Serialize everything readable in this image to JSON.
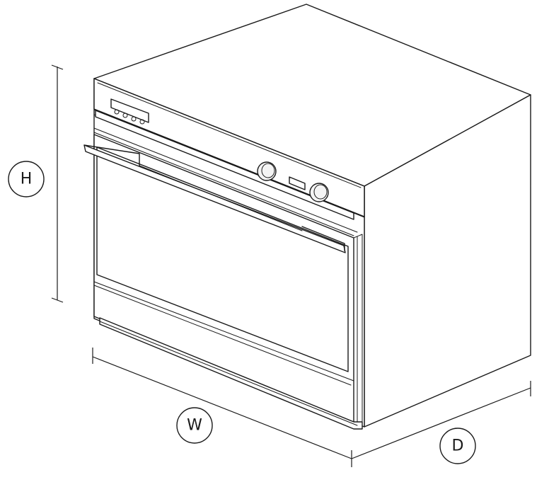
{
  "dimension_labels": {
    "height": "H",
    "width": "W",
    "depth": "D"
  },
  "colors": {
    "line": "#1a1a1a",
    "background": "#ffffff"
  }
}
